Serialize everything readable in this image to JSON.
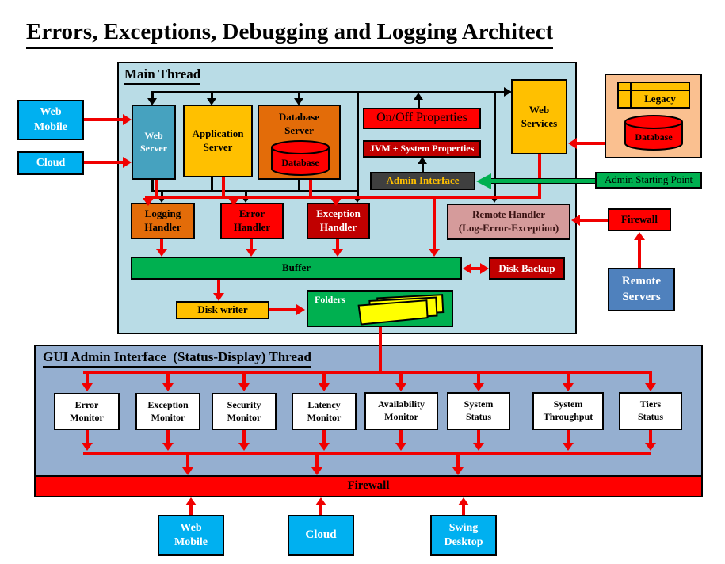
{
  "title": "Errors, Exceptions, Debugging and Logging Architect",
  "main_thread": {
    "label": "Main Thread",
    "web_server": "Web Server",
    "application_server": "Application Server",
    "database_server": "Database Server",
    "database_server_db": "Database",
    "on_off_properties": "On/Off Properties",
    "jvm_system_properties": "JVM + System Properties",
    "admin_interface": "Admin Interface",
    "web_services": "Web Services",
    "logging_handler": "Logging Handler",
    "error_handler": "Error Handler",
    "exception_handler": "Exception Handler",
    "remote_handler_title": "Remote Handler",
    "remote_handler_subtitle": "(Log-Error-Exception)",
    "buffer": "Buffer",
    "disk_backup": "Disk Backup",
    "disk_writer": "Disk writer",
    "folders": "Folders"
  },
  "left_sources": {
    "web_mobile": "Web Mobile",
    "cloud": "Cloud"
  },
  "right_side": {
    "legacy": "Legacy",
    "legacy_database": "Database",
    "admin_starting_point": "Admin Starting Point",
    "firewall": "Firewall",
    "remote_servers": "Remote Servers"
  },
  "gui_thread": {
    "label": "GUI Admin Interface  (Status-Display) Thread",
    "monitors": [
      "Error Monitor",
      "Exception Monitor",
      "Security Monitor",
      "Latency Monitor",
      "Availability Monitor",
      "System Status",
      "System Throughput",
      "Tiers Status"
    ],
    "firewall": "Firewall"
  },
  "bottom_clients": {
    "web_mobile": "Web Mobile",
    "cloud": "Cloud",
    "swing_desktop": "Swing Desktop"
  },
  "colors": {
    "red": "#FF0000",
    "dark_red": "#C00000",
    "orange": "#E36C09",
    "gold": "#FFC000",
    "green": "#00B050",
    "cyan": "#00B0F0",
    "teal": "#46A2BF",
    "pink": "#D59B9B",
    "peach": "#FAC090",
    "steel_blue": "#4F81BD",
    "main_thread_bg": "#B9DCE6",
    "gui_thread_bg": "#95AFD0",
    "admin_gray": "#3F3F3F"
  }
}
